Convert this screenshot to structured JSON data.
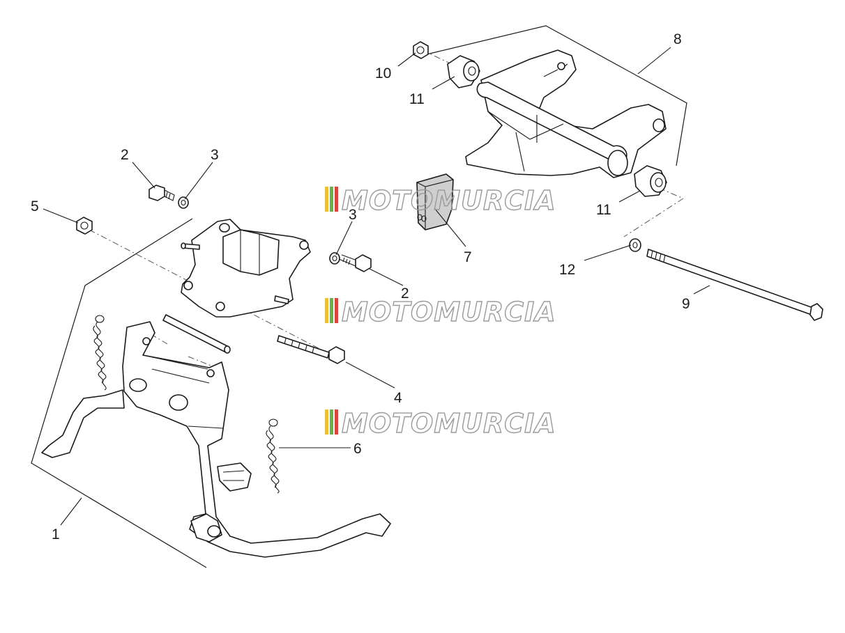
{
  "diagram": {
    "callouts": [
      {
        "id": "c1",
        "text": "1"
      },
      {
        "id": "c2a",
        "text": "2"
      },
      {
        "id": "c2b",
        "text": "2"
      },
      {
        "id": "c3a",
        "text": "3"
      },
      {
        "id": "c3b",
        "text": "3"
      },
      {
        "id": "c4",
        "text": "4"
      },
      {
        "id": "c5",
        "text": "5"
      },
      {
        "id": "c6",
        "text": "6"
      },
      {
        "id": "c7",
        "text": "7"
      },
      {
        "id": "c8",
        "text": "8"
      },
      {
        "id": "c9",
        "text": "9"
      },
      {
        "id": "c10",
        "text": "10"
      },
      {
        "id": "c11a",
        "text": "11"
      },
      {
        "id": "c11b",
        "text": "11"
      },
      {
        "id": "c12",
        "text": "12"
      }
    ],
    "watermark": {
      "text": "MOTOMURCIA",
      "stripe_colors": [
        "#e8c33a",
        "#62b34f",
        "#d9463c"
      ]
    }
  }
}
